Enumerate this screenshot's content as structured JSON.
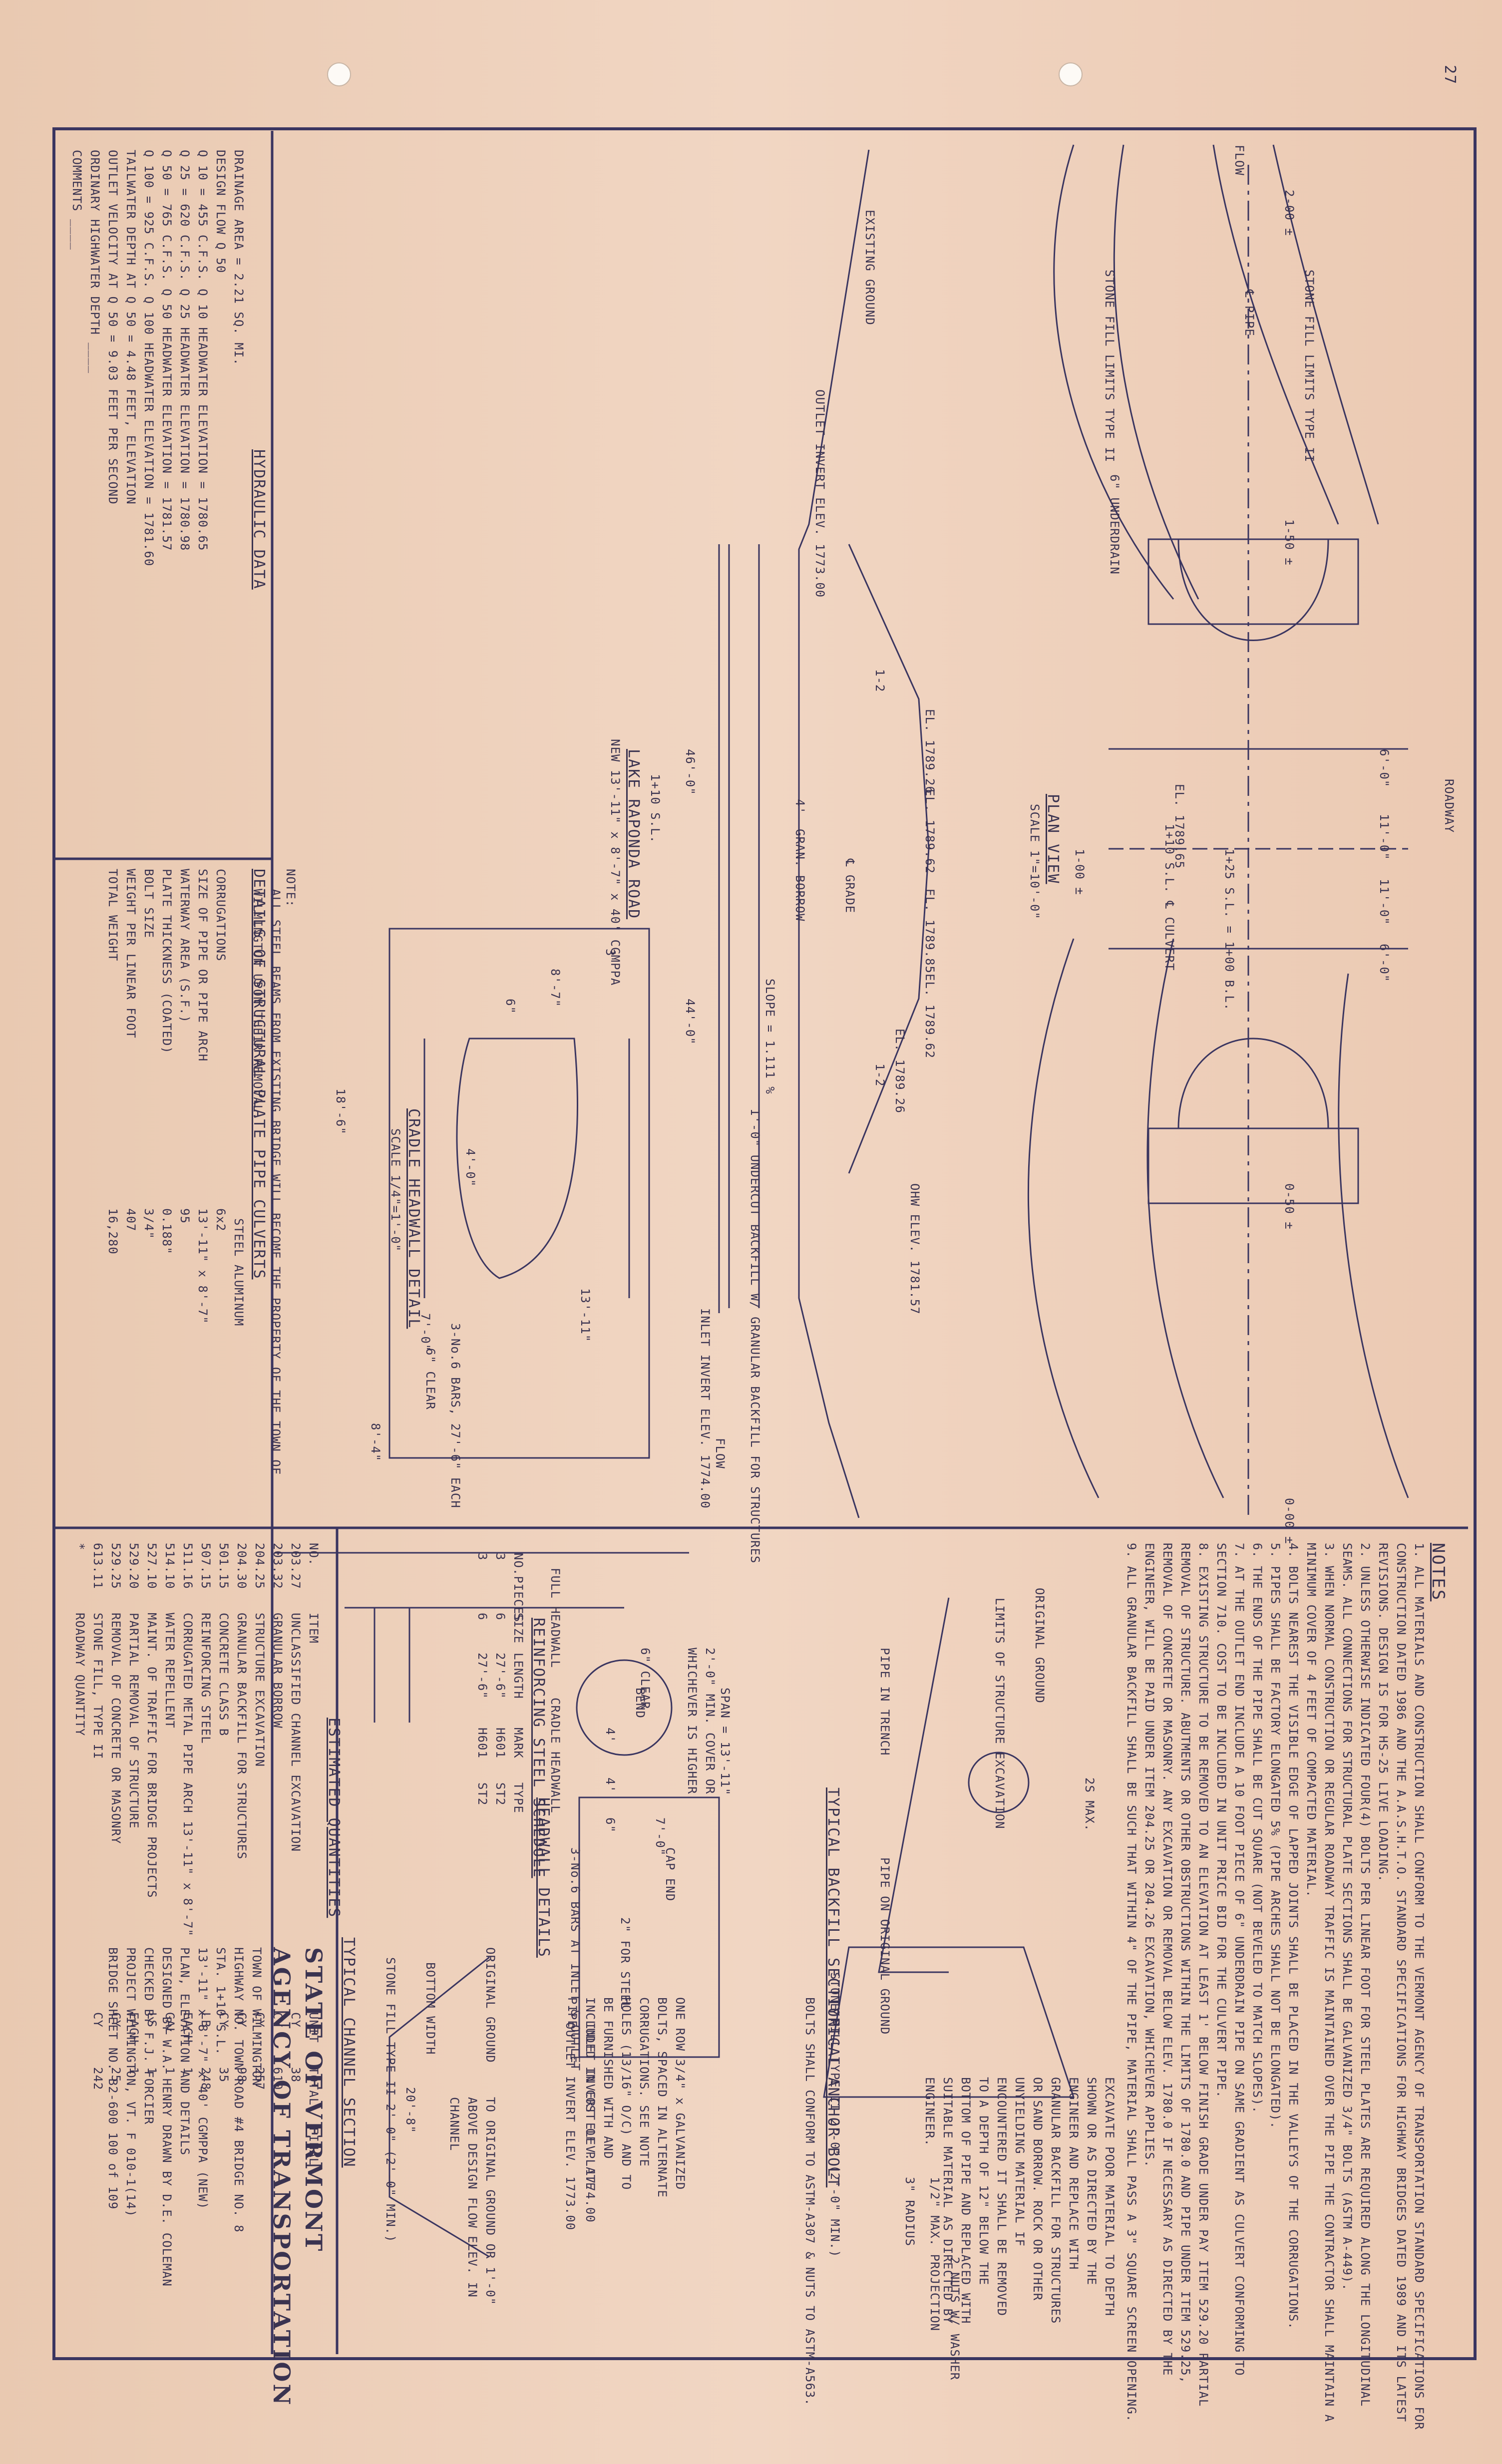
{
  "page_number": "27",
  "notes": {
    "heading": "NOTES",
    "items": [
      "1. ALL MATERIALS AND CONSTRUCTION SHALL CONFORM TO THE VERMONT AGENCY OF TRANSPORTATION STANDARD SPECIFICATIONS FOR CONSTRUCTION DATED 1986 AND THE A.A.S.H.T.O. STANDARD SPECIFICATIONS FOR HIGHWAY BRIDGES DATED 1989 AND ITS LATEST REVISIONS. DESIGN IS FOR HS-25 LIVE LOADING.",
      "2. UNLESS OTHERWISE INDICATED FOUR(4) BOLTS PER LINEAR FOOT FOR STEEL PLATES ARE REQUIRED ALONG THE LONGITUDINAL SEAMS. ALL CONNECTIONS FOR STRUCTURAL PLATE SECTIONS SHALL BE GALVANIZED 3/4\" BOLTS (ASTM A-449).",
      "3. WHEN NORMAL CONSTRUCTION OR REGULAR ROADWAY TRAFFIC IS MAINTAINED OVER THE PIPE THE CONTRACTOR SHALL MAINTAIN A MINIMUM COVER OF 4 FEET OF COMPACTED MATERIAL.",
      "4. BOLTS NEAREST THE VISIBLE EDGE OF LAPPED JOINTS SHALL BE PLACED IN THE VALLEYS OF THE CORRUGATIONS.",
      "5. PIPES SHALL BE FACTORY ELONGATED 5% (PIPE ARCHES SHALL NOT BE ELONGATED).",
      "6. THE ENDS OF THE PIPE SHALL BE CUT SQUARE (NOT BEVELED TO MATCH SLOPES).",
      "7. AT THE OUTLET END INCLUDE A 10 FOOT PIECE OF 6\" UNDERDRAIN PIPE ON SAME GRADIENT AS CULVERT CONFORMING TO SECTION 710. COST TO BE INCLUDED IN UNIT PRICE BID FOR THE CULVERT PIPE.",
      "8. EXISTING STRUCTURE TO BE REMOVED TO AN ELEVATION AT LEAST 1' BELOW FINISH GRADE UNDER PAY ITEM 529.20 PARTIAL REMOVAL OF STRUCTURE. ABUTMENTS OR OTHER OBSTRUCTIONS WITHIN THE LIMITS OF 1780.0 AND PIPE UNDER ITEM 529.25, REMOVAL OF CONCRETE OR MASONRY. ANY EXCAVATION OR REMOVAL BELOW ELEV. 1780.0 IF NECESSARY AS DIRECTED BY THE ENGINEER, WILL BE PAID UNDER ITEM 204.25 OR 204.26 EXCAVATION, WHICHEVER APPLIES.",
      "9. ALL GRANULAR BACKFILL SHALL BE SUCH THAT WITHIN 4\" OF THE PIPE, MATERIAL SHALL PASS A 3\" SQUARE SCREEN OPENING."
    ]
  },
  "plan": {
    "flow_label": "FLOW",
    "roadway_label": "ROADWAY",
    "stone_fill_limits": "STONE FILL LIMITS TYPE II",
    "pipe_cl": "℄ PIPE",
    "dim_left": "2-00 ±",
    "dim_mid": "1-50 ±",
    "dim_right": "0-50 ±",
    "dim_far": "0-00 ±",
    "dim_6_0": "6'-0\"",
    "dim_11_0": "11'-0\"",
    "dim_11_0b": "11'-0\"",
    "dim_6_0b": "6'-0\"",
    "underdrain": "6\" UNDERDRAIN",
    "station": "1+25 S.L. = 1+00 B.L.",
    "culvert_cl": "1+10 S.L. ℄ CULVERT",
    "plan_elev": "EL. 1789.65",
    "sta_100": "1-00 ±",
    "title": "PLAN VIEW",
    "scale": "SCALE 1\"=10'-0\""
  },
  "profile": {
    "existing_ground": "EXISTING GROUND",
    "outlet_invert": "OUTLET INVERT ELEV. 1773.00",
    "inlet_invert": "INLET INVERT ELEV. 1774.00",
    "grade": "℄ GRADE",
    "dim_46": "46'-0\"",
    "dim_44": "44'-0\"",
    "el_1": "EL. 1789.26",
    "el_2": "EL. 1789.62",
    "el_3": "EL. 1789.85",
    "el_4": "EL. 1789.62",
    "el_5": "EL. 1789.26",
    "slope_l": "1-2",
    "slope_r": "1-2",
    "grav_borrow": "GRAN. BORROW",
    "slope_pct": "SLOPE = 1.111 %",
    "undercut": "1'-0\" UNDERCUT BACKFILL W/ GRANULAR BACKFILL FOR STRUCTURES",
    "ohw": "OHW ELEV. 1781.57",
    "flow": "FLOW",
    "dim_4": "4'",
    "station_caption": "1+10 S.L.",
    "title": "LAKE RAPONDA ROAD",
    "subtitle": "NEW 13'-11\" x 8'-7\" x 40' CGMPPA"
  },
  "cradle": {
    "title": "CRADLE HEADWALL DETAIL",
    "scale": "SCALE 1/4\"=1'-0\"",
    "dim_8_7": "8'-7\"",
    "dim_13_11": "13'-11\"",
    "dim_4_0": "4'-0\"",
    "dim_7_0": "7'-0\"",
    "dim_3": "3\"",
    "dim_6": "6\"",
    "dim_18_6": "18'-6\"",
    "dim_8_4": "8'-4\"",
    "bars": "3-No.6 BARS, 27'-6\" EACH",
    "clear": "6\" CLEAR"
  },
  "steel_note": {
    "label": "NOTE:",
    "text": "ALL STEEL BEAMS FROM EXISTING BRIDGE WILL BECOME THE PROPERTY OF THE TOWN OF WILMINGTON UPON THEIR REMOVAL."
  },
  "hydraulic": {
    "title": "HYDRAULIC DATA",
    "drainage_area": "DRAINAGE AREA = 2.21 SQ. MI.",
    "design_flow": "DESIGN FLOW Q 50",
    "rows": [
      {
        "label": "Q 10 =",
        "value": "455",
        "unit": "C.F.S.",
        "hw": "Q 10 HEADWATER ELEVATION =",
        "hwv": "1780.65"
      },
      {
        "label": "Q 25 =",
        "value": "620",
        "unit": "C.F.S.",
        "hw": "Q 25 HEADWATER ELEVATION =",
        "hwv": "1780.98"
      },
      {
        "label": "Q 50 =",
        "value": "765",
        "unit": "C.F.S.",
        "hw": "Q 50 HEADWATER ELEVATION =",
        "hwv": "1781.57"
      },
      {
        "label": "Q 100 =",
        "value": "925",
        "unit": "C.F.S.",
        "hw": "Q 100 HEADWATER ELEVATION =",
        "hwv": "1781.60"
      }
    ],
    "tailwater": "TAILWATER DEPTH AT Q 50 = 4.48 FEET, ELEVATION",
    "outlet_velocity": "OUTLET VELOCITY AT Q 50 = 9.03 FEET PER SECOND",
    "ordinary_hw": "ORDINARY HIGHWATER DEPTH ____",
    "comments": "COMMENTS ____"
  },
  "plate_pipe": {
    "title": "DETAILS OF STRUCTURAL PLATE PIPE CULVERTS",
    "col_steel": "STEEL",
    "col_aluminum": "ALUMINUM",
    "rows": [
      {
        "label": "CORRUGATIONS",
        "steel": "6x2"
      },
      {
        "label": "SIZE OF PIPE OR PIPE ARCH",
        "steel": "13'-11\" x 8'-7\""
      },
      {
        "label": "WATERWAY AREA (S.F.)",
        "steel": "95"
      },
      {
        "label": "PLATE THICKNESS (COATED)",
        "steel": "0.188\""
      },
      {
        "label": "BOLT SIZE",
        "steel": "3/4\""
      },
      {
        "label": "WEIGHT PER LINEAR FOOT",
        "steel": "407"
      },
      {
        "label": "TOTAL WEIGHT",
        "steel": "16,280"
      }
    ]
  },
  "backfill": {
    "title": "TYPICAL BACKFILL SECTION",
    "pipe_in_trench": "PIPE IN TRENCH",
    "pipe_on_ground": "PIPE ON ORIGINAL GROUND",
    "original_ground": "ORIGINAL GROUND",
    "limits": "LIMITS OF STRUCTURE EXCAVATION",
    "max": "2S MAX.",
    "excavate": "EXCAVATE POOR MATERIAL TO DEPTH SHOWN OR AS DIRECTED BY THE ENGINEER AND REPLACE WITH GRANULAR BACKFILL FOR STRUCTURES OR SAND BORROW. ROCK OR OTHER UNYIELDING MATERIAL IF ENCOUNTERED IT SHALL BE REMOVED TO A DEPTH OF 12\" BELOW THE BOTTOM OF PIPE AND REPLACED WITH SUITABLE MATERIAL AS DIRECTED BY ENGINEER.",
    "stone_fill": "STONE FILL TYPE II 2'-0\" (2'-0\" MIN.)"
  },
  "headwall": {
    "title": "HEADWALL DETAILS",
    "span": "SPAN = 13'-11\"",
    "cover": "2'-0\" MIN. COVER OR WHICHEVER IS HIGHER",
    "full_headwall": "FULL HEADWALL",
    "cradle_headwall": "CRADLE HEADWALL",
    "bars_note": "3-No.6 BARS AT INLET & OUTLET",
    "cap_end": "CAP END",
    "steel_note": "2\" FOR STEEL",
    "bend": "BEND",
    "dim_4": "4'",
    "dim_4b": "4'",
    "dim_6": "6\"",
    "dim_7": "7'-0\"",
    "clear": "6\" CLEAR"
  },
  "anchor": {
    "title": "TYPICAL ANCHOR BOLT",
    "nuts": "2 NUTS W/ WASHER",
    "bolts": "BOLTS SHALL CONFORM TO ASTM-A307 & NUTS TO ASTM-A563.",
    "projection": "1/2\" MAX. PROJECTION",
    "radius": "3\" RADIUS",
    "bolt_note": "ONE ROW 3/4\" x GALVANIZED BOLTS, SPACED IN ALTERNATE CORRUGATIONS. SEE NOTE HOLES (13/16\" O/C) AND TO BE FURNISHED WITH AND INCLUDED IN COST OF PLATE PIPE",
    "inlet_invert": "INLET INVERT ELEV. 1774.00",
    "outlet_invert": "OUTLET INVERT ELEV. 1773.00"
  },
  "channel": {
    "title": "TYPICAL CHANNEL SECTION",
    "original_ground": "ORIGINAL GROUND",
    "to_original": "TO ORIGINAL GROUND OR 1'-0\" ABOVE DESIGN FLOW ELEV. IN CHANNEL",
    "bottom": "BOTTOM WIDTH",
    "stone_fill": "STONE FILL TYPE II 2'-0\" (2'-0\" MIN.)",
    "dim": "20'-8\""
  },
  "rebar": {
    "title": "REINFORCING STEEL SCHEDULE",
    "headers": [
      "NO.PIECES",
      "SIZE",
      "LENGTH",
      "MARK",
      "TYPE"
    ],
    "rows": [
      [
        "3",
        "6",
        "27'-6\"",
        "H601",
        "ST2"
      ],
      [
        "3",
        "6",
        "27'-6\"",
        "H601",
        "ST2"
      ]
    ]
  },
  "quantities": {
    "title": "ESTIMATED QUANTITIES",
    "headers": [
      "NO.",
      "ITEM",
      "UNIT",
      "TOTAL",
      "FINAL"
    ],
    "rows": [
      [
        "203.27",
        "UNCLASSIFIED CHANNEL EXCAVATION",
        "CY",
        "38",
        ""
      ],
      [
        "203.32",
        "GRANULAR BORROW",
        "CY",
        "610",
        ""
      ],
      [
        "204.25",
        "STRUCTURE EXCAVATION",
        "CY",
        "257",
        ""
      ],
      [
        "204.30",
        "GRANULAR BACKFILL FOR STRUCTURES",
        "CY",
        "98",
        ""
      ],
      [
        "501.15",
        "CONCRETE CLASS B",
        "CY",
        "35",
        ""
      ],
      [
        "507.15",
        "REINFORCING STEEL",
        "LB",
        "248",
        ""
      ],
      [
        "511.16",
        "CORRUGATED METAL PIPE ARCH 13'-11\" x 8'-7\"",
        "EACH",
        "1",
        ""
      ],
      [
        "514.10",
        "WATER REPELLENT",
        "GAL",
        "1",
        ""
      ],
      [
        "527.10",
        "MAINT. OF TRAFFIC FOR BRIDGE PROJECTS",
        "LS",
        "1",
        ""
      ],
      [
        "529.20",
        "PARTIAL REMOVAL OF STRUCTURE",
        "EACH",
        "1",
        ""
      ],
      [
        "529.25",
        "REMOVAL OF CONCRETE OR MASONRY",
        "CY",
        "25",
        ""
      ],
      [
        "613.11",
        "STONE FILL, TYPE II",
        "CY",
        "242",
        ""
      ],
      [
        "*",
        "ROADWAY QUANTITY",
        "",
        "",
        ""
      ]
    ]
  },
  "title_block": {
    "state": "STATE OF VERMONT",
    "agency": "AGENCY OF TRANSPORTATION",
    "town_label": "TOWN OF",
    "town": "WILMINGTON",
    "highway": "HIGHWAY NO. TOWN ROAD #4",
    "bridge_no": "BRIDGE NO. 8",
    "station": "STA. 1+10 S.L.",
    "pipe": "13'-11\" x 8'-7\" x 40' CGMPPA (NEW)",
    "sheet_title": "PLAN, ELEVATION AND DETAILS",
    "designed": "DESIGNED BY W.A. HENRY",
    "drawn": "DRAWN BY D.E. COLEMAN",
    "checked": "CHECKED BY",
    "engineer": "F.J. FORCIER",
    "project_label": "PROJECT",
    "project": "WILMINGTON, VT.",
    "project_no": "F 010-1(14)",
    "sheet_label": "BRIDGE SHEET NO.",
    "sheet_no": "B2-600",
    "sheet": "100",
    "of": "109"
  }
}
